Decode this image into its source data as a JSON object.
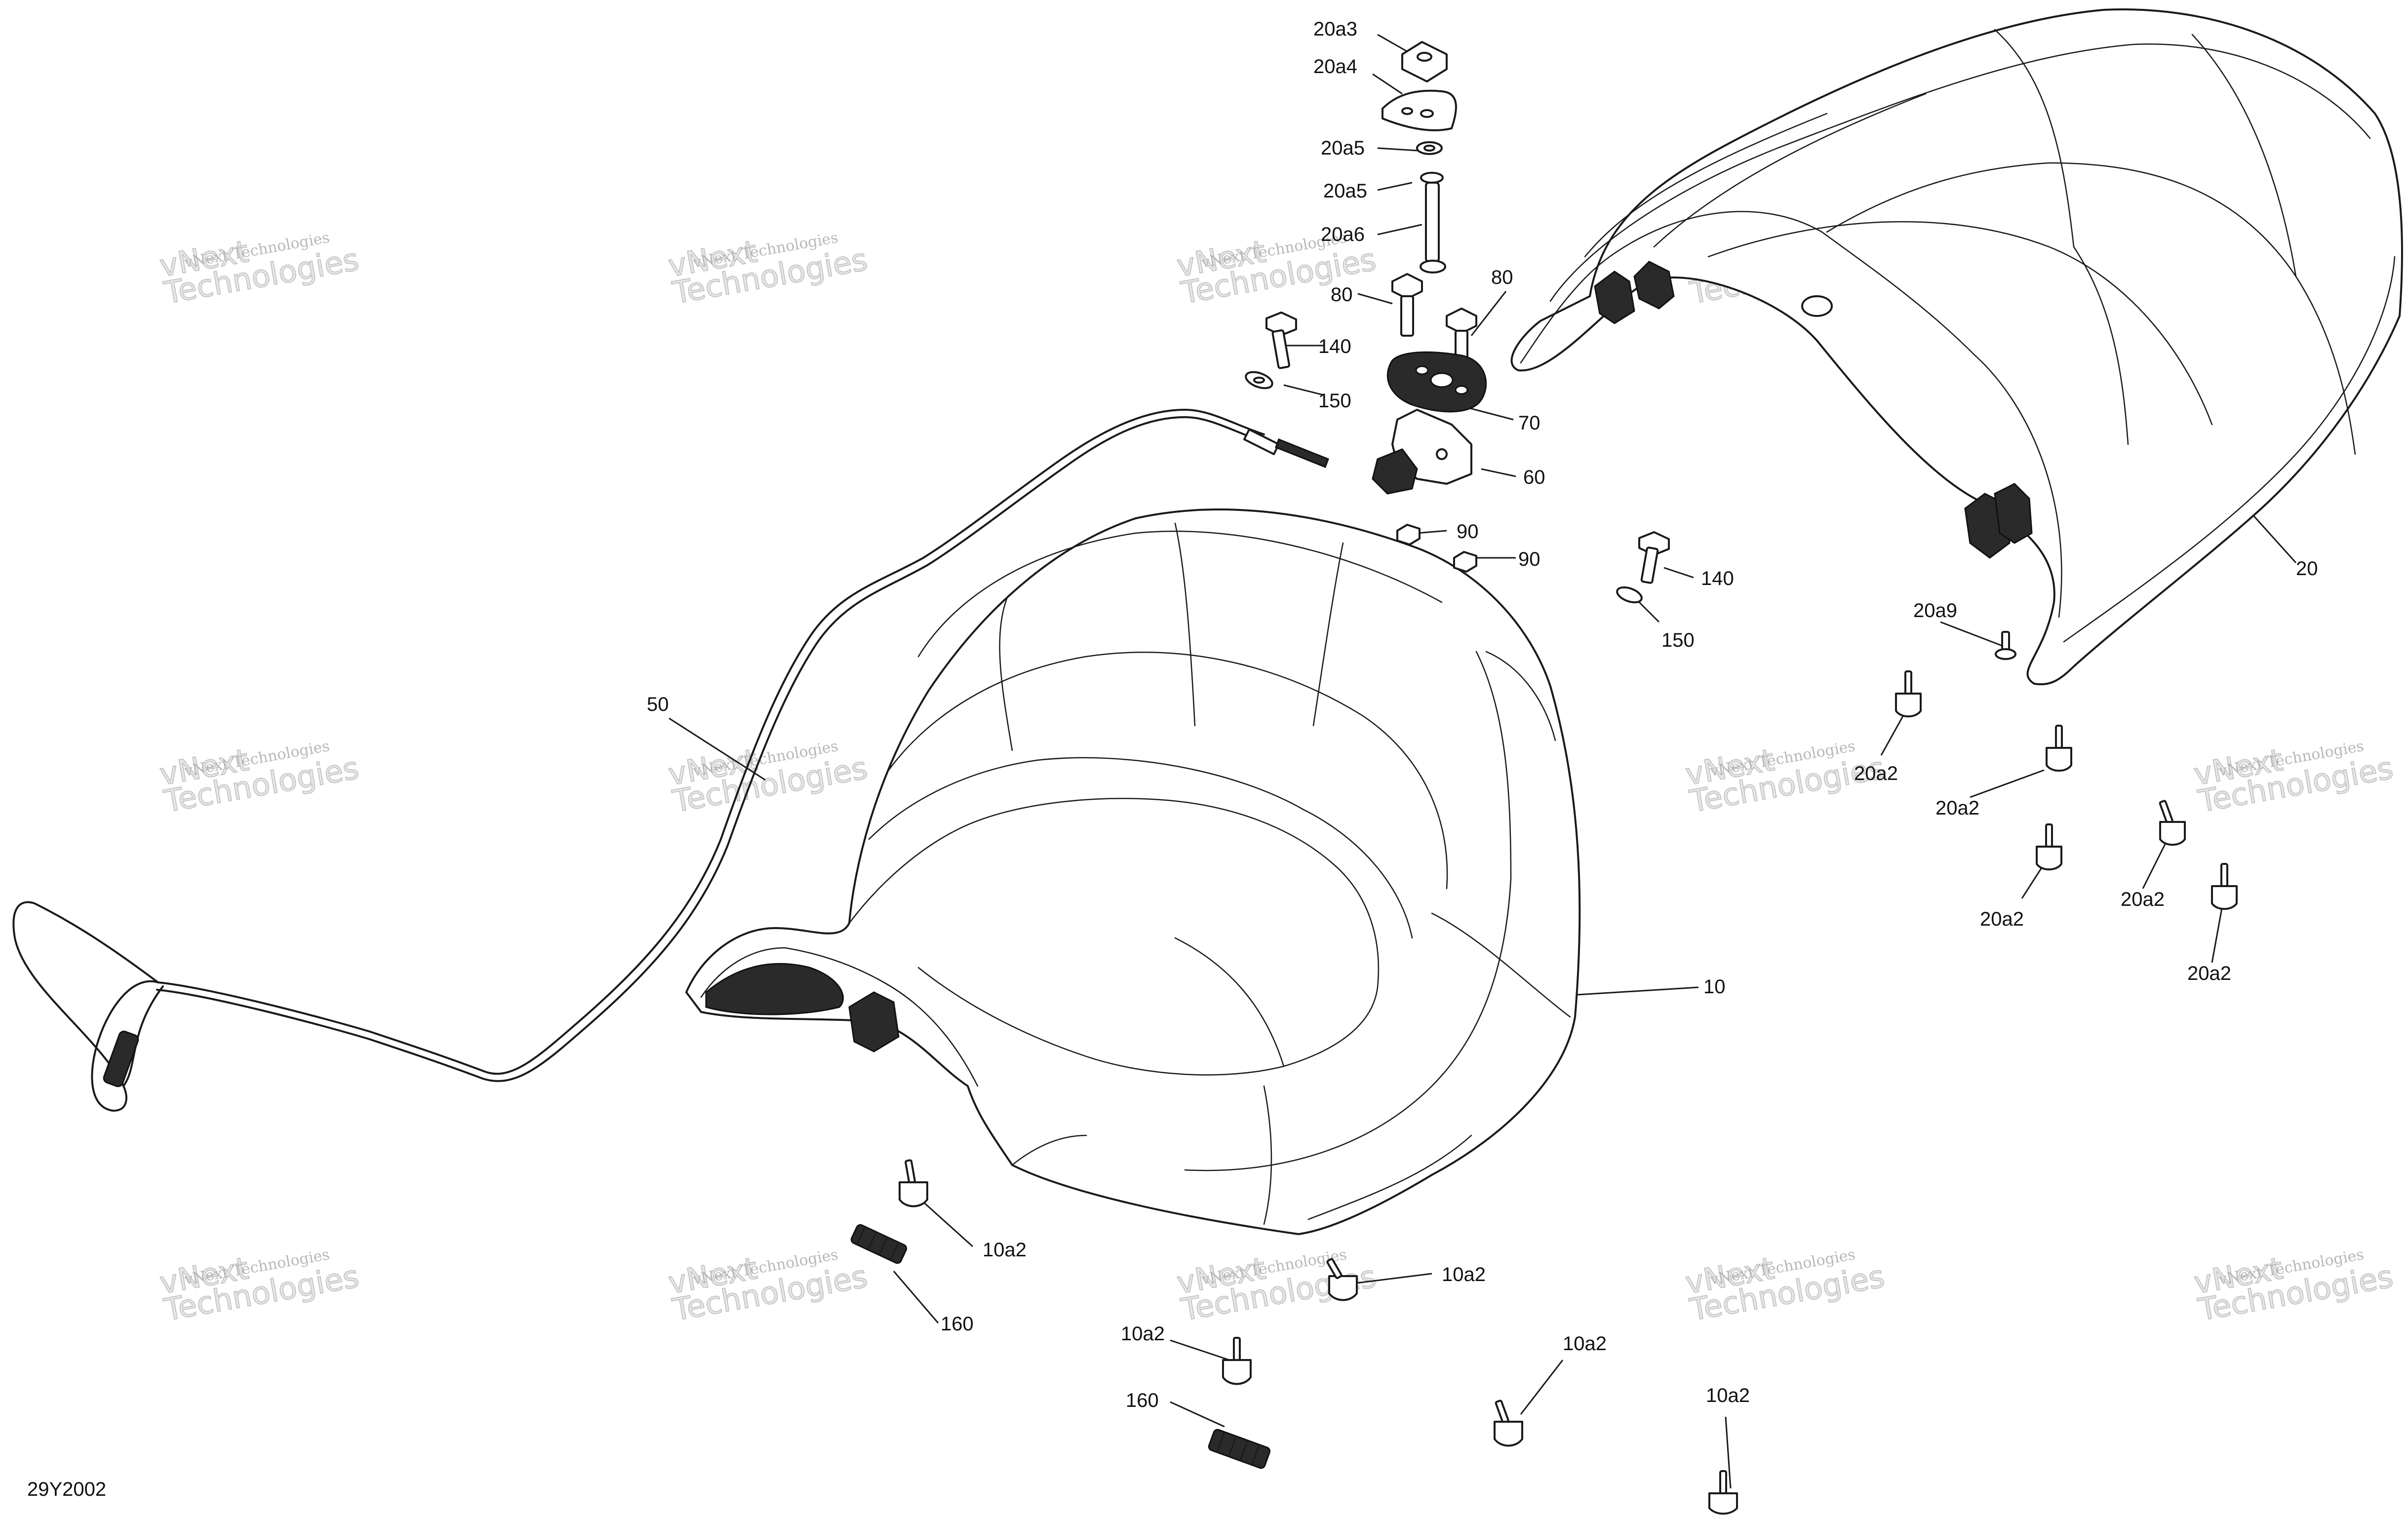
{
  "diagram_code": "29Y2002",
  "callouts": {
    "c_20a3": "20a3",
    "c_20a4": "20a4",
    "c_20a5_a": "20a5",
    "c_20a5_b": "20a5",
    "c_20a6": "20a6",
    "c_80_a": "80",
    "c_80_b": "80",
    "c_140_a": "140",
    "c_150_a": "150",
    "c_70": "70",
    "c_60": "60",
    "c_90_a": "90",
    "c_90_b": "90",
    "c_140_b": "140",
    "c_150_b": "150",
    "c_20": "20",
    "c_20a9": "20a9",
    "c_20a2_a": "20a2",
    "c_20a2_b": "20a2",
    "c_20a2_c": "20a2",
    "c_20a2_d": "20a2",
    "c_20a2_e": "20a2",
    "c_50": "50",
    "c_10": "10",
    "c_10a2_a": "10a2",
    "c_10a2_b": "10a2",
    "c_10a2_c": "10a2",
    "c_10a2_d": "10a2",
    "c_10a2_e": "10a2",
    "c_160_a": "160",
    "c_160_b": "160"
  },
  "watermark": {
    "line1": "vNext Technologies",
    "line2": "vNext",
    "line3": "Technologies"
  }
}
